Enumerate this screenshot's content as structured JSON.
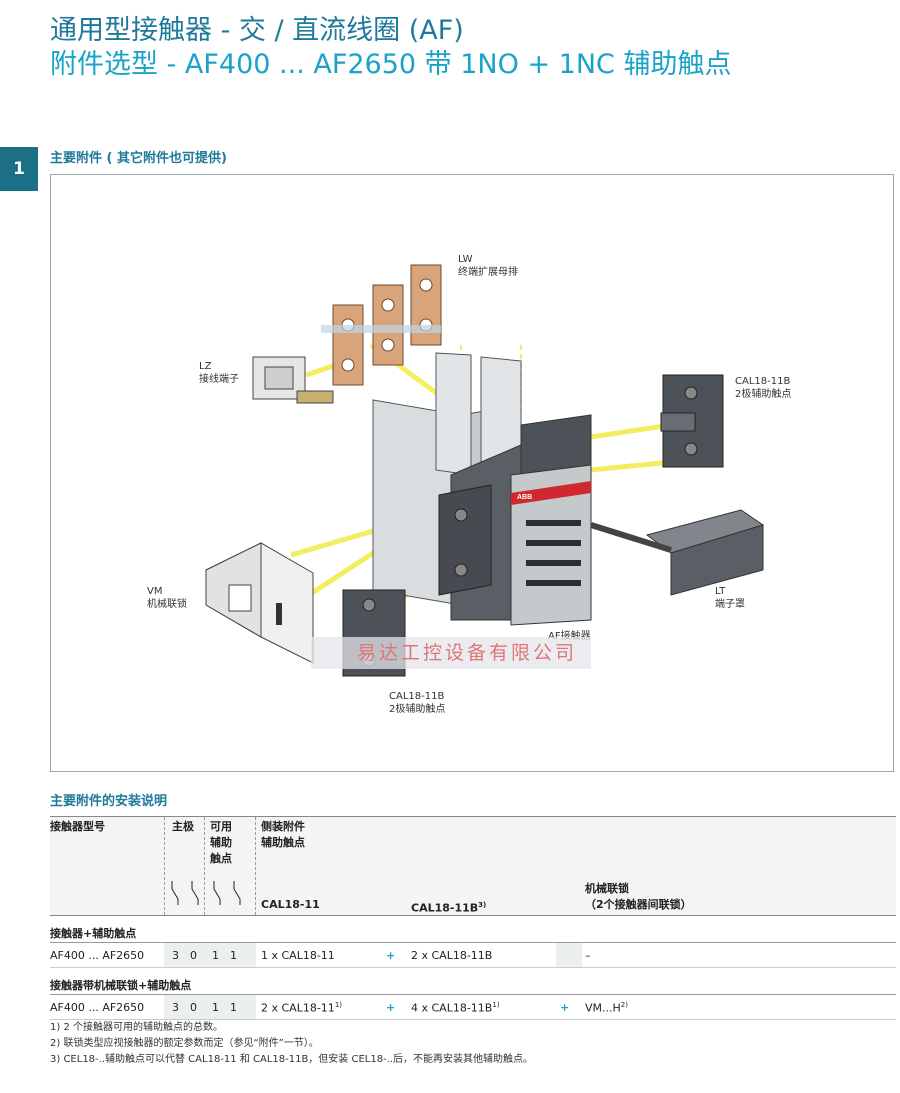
{
  "header": {
    "title_line1": "通用型接触器 - 交 / 直流线圈 (AF)",
    "title_line2": "附件选型 - AF400 ... AF2650 带 1NO + 1NC 辅助触点"
  },
  "tab_number": "1",
  "section1": {
    "title": "主要附件 ( 其它附件也可提供)"
  },
  "figure": {
    "labels": {
      "lw_code": "LW",
      "lw_desc": "终端扩展母排",
      "lz_code": "LZ",
      "lz_desc": "接线端子",
      "cal_right_code": "CAL18-11B",
      "cal_right_desc": "2极辅助触点",
      "vm_code": "VM",
      "vm_desc": "机械联锁",
      "lt_code": "LT",
      "lt_desc": "端子罩",
      "af_desc": "AF接触器",
      "cal_bottom_code": "CAL18-11B",
      "cal_bottom_desc": "2极辅助触点",
      "brand": "ABB"
    },
    "watermark": "易达工控设备有限公司"
  },
  "section2": {
    "title": "主要附件的安装说明"
  },
  "table": {
    "headers": {
      "model": "接触器型号",
      "poles": "主极",
      "aux_l1": "可用",
      "aux_l2": "辅助",
      "aux_l3": "触点",
      "side_l1": "侧装附件",
      "side_l2": "辅助触点",
      "cal1811": "CAL18-11",
      "cal1811b": "CAL18-11B",
      "cal1811b_sup": "3)",
      "interlock_l1": "机械联锁",
      "interlock_l2": "（2个接触器间联锁）"
    },
    "group1": {
      "title": "接触器+辅助触点",
      "row": {
        "model": "AF400 ... AF2650",
        "p1": "3",
        "p2": "0",
        "a1": "1",
        "a2": "1",
        "c1": "1 x CAL18-11",
        "plus1": "+",
        "c2": "2 x CAL18-11B",
        "c3": "–"
      }
    },
    "group2": {
      "title": "接触器带机械联锁+辅助触点",
      "row": {
        "model": "AF400 ... AF2650",
        "p1": "3",
        "p2": "0",
        "a1": "1",
        "a2": "1",
        "c1": "2 x CAL18-11",
        "c1_sup": "1)",
        "plus1": "+",
        "c2": "4 x CAL18-11B",
        "c2_sup": "1)",
        "plus2": "+",
        "c3": "VM...H",
        "c3_sup": "2)"
      }
    }
  },
  "footnotes": [
    "1) 2 个接触器可用的辅助触点的总数。",
    "2) 联锁类型应视接触器的额定参数而定（参见“附件”一节）。",
    "3) CEL18-..辅助触点可以代替 CAL18-11 和 CAL18-11B，但安装 CEL18-..后，不能再安装其他辅助触点。"
  ],
  "colors": {
    "title_dark": "#1f7a9a",
    "title_light": "#1aa3c8",
    "tab_bg": "#1b6f87",
    "guide_yellow": "#f2ee55",
    "copper": "#d9a47a"
  }
}
